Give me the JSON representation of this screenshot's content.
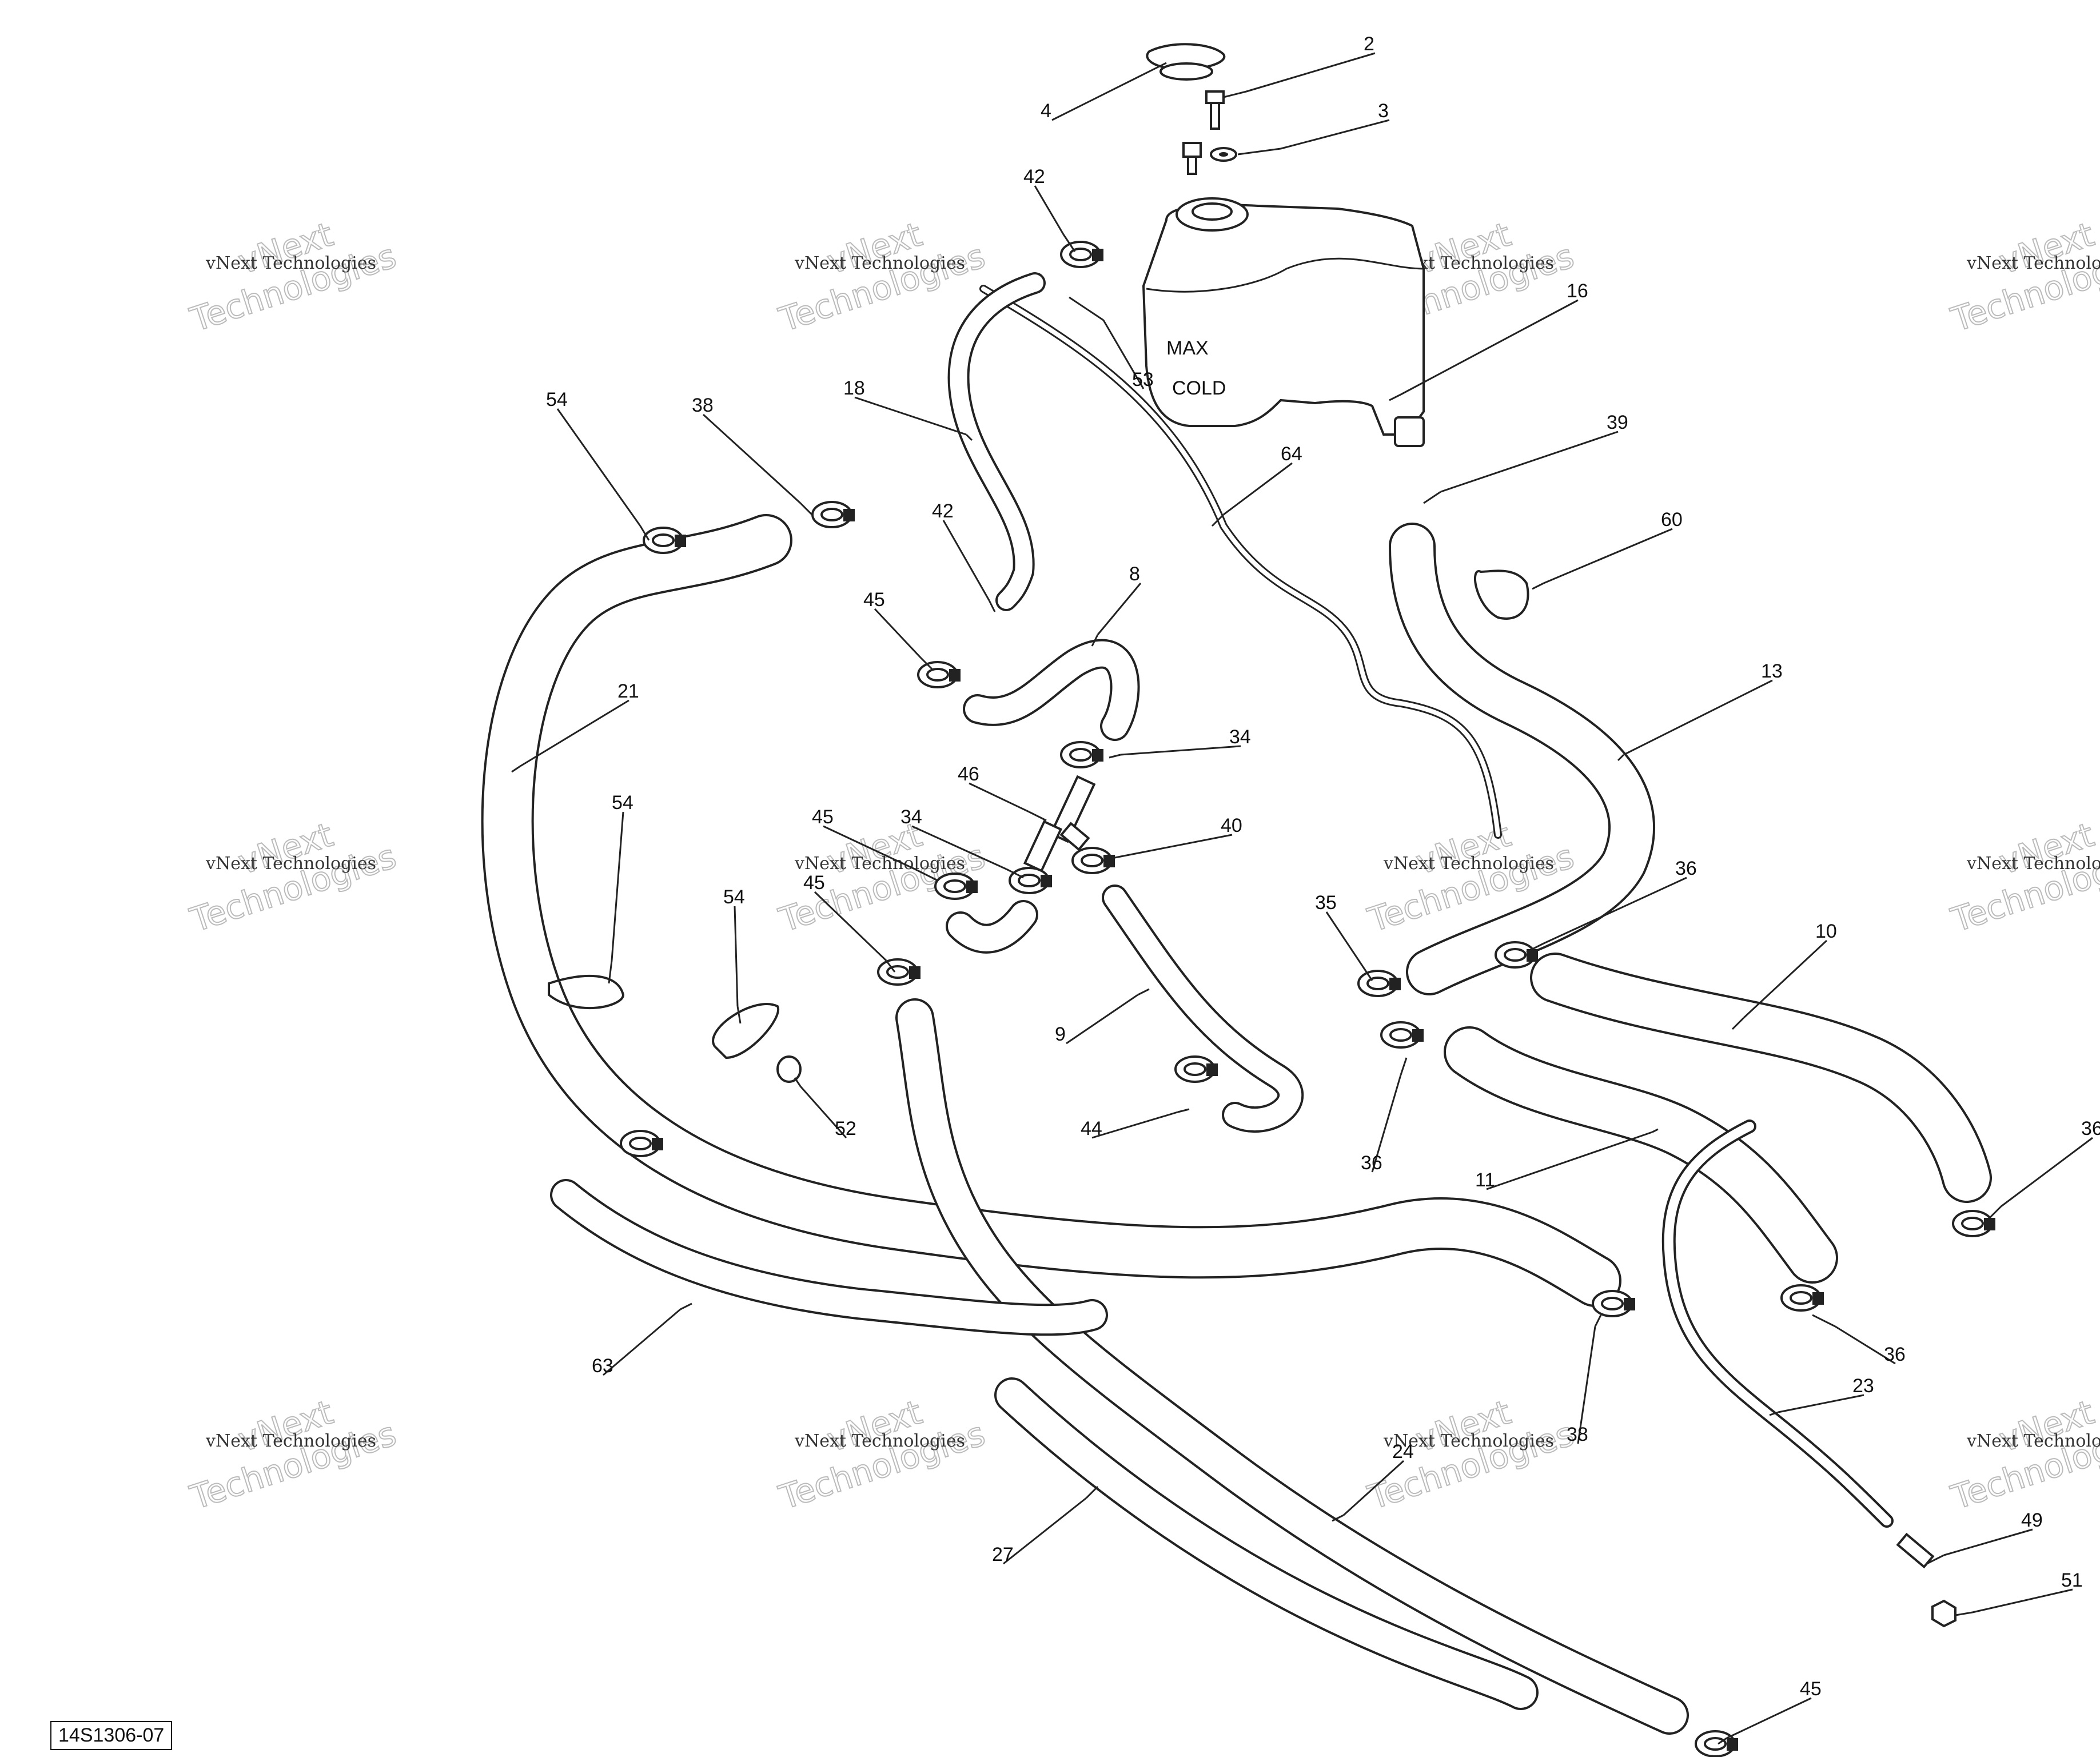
{
  "diagram": {
    "reference_code": "14S1306-07",
    "watermark": {
      "line1": "vNext",
      "line2": "Technologies",
      "small": "vNext Technologies"
    },
    "tank_label": {
      "line1": "MAX",
      "line2": "COLD"
    },
    "callouts": [
      "2",
      "3",
      "4",
      "42",
      "53",
      "16",
      "18",
      "38",
      "54",
      "64",
      "39",
      "60",
      "42",
      "45",
      "8",
      "21",
      "13",
      "34",
      "46",
      "45",
      "34",
      "40",
      "54",
      "54",
      "45",
      "35",
      "36",
      "10",
      "9",
      "36",
      "44",
      "52",
      "11",
      "36",
      "36",
      "63",
      "38",
      "23",
      "24",
      "27",
      "49",
      "51",
      "45"
    ]
  }
}
